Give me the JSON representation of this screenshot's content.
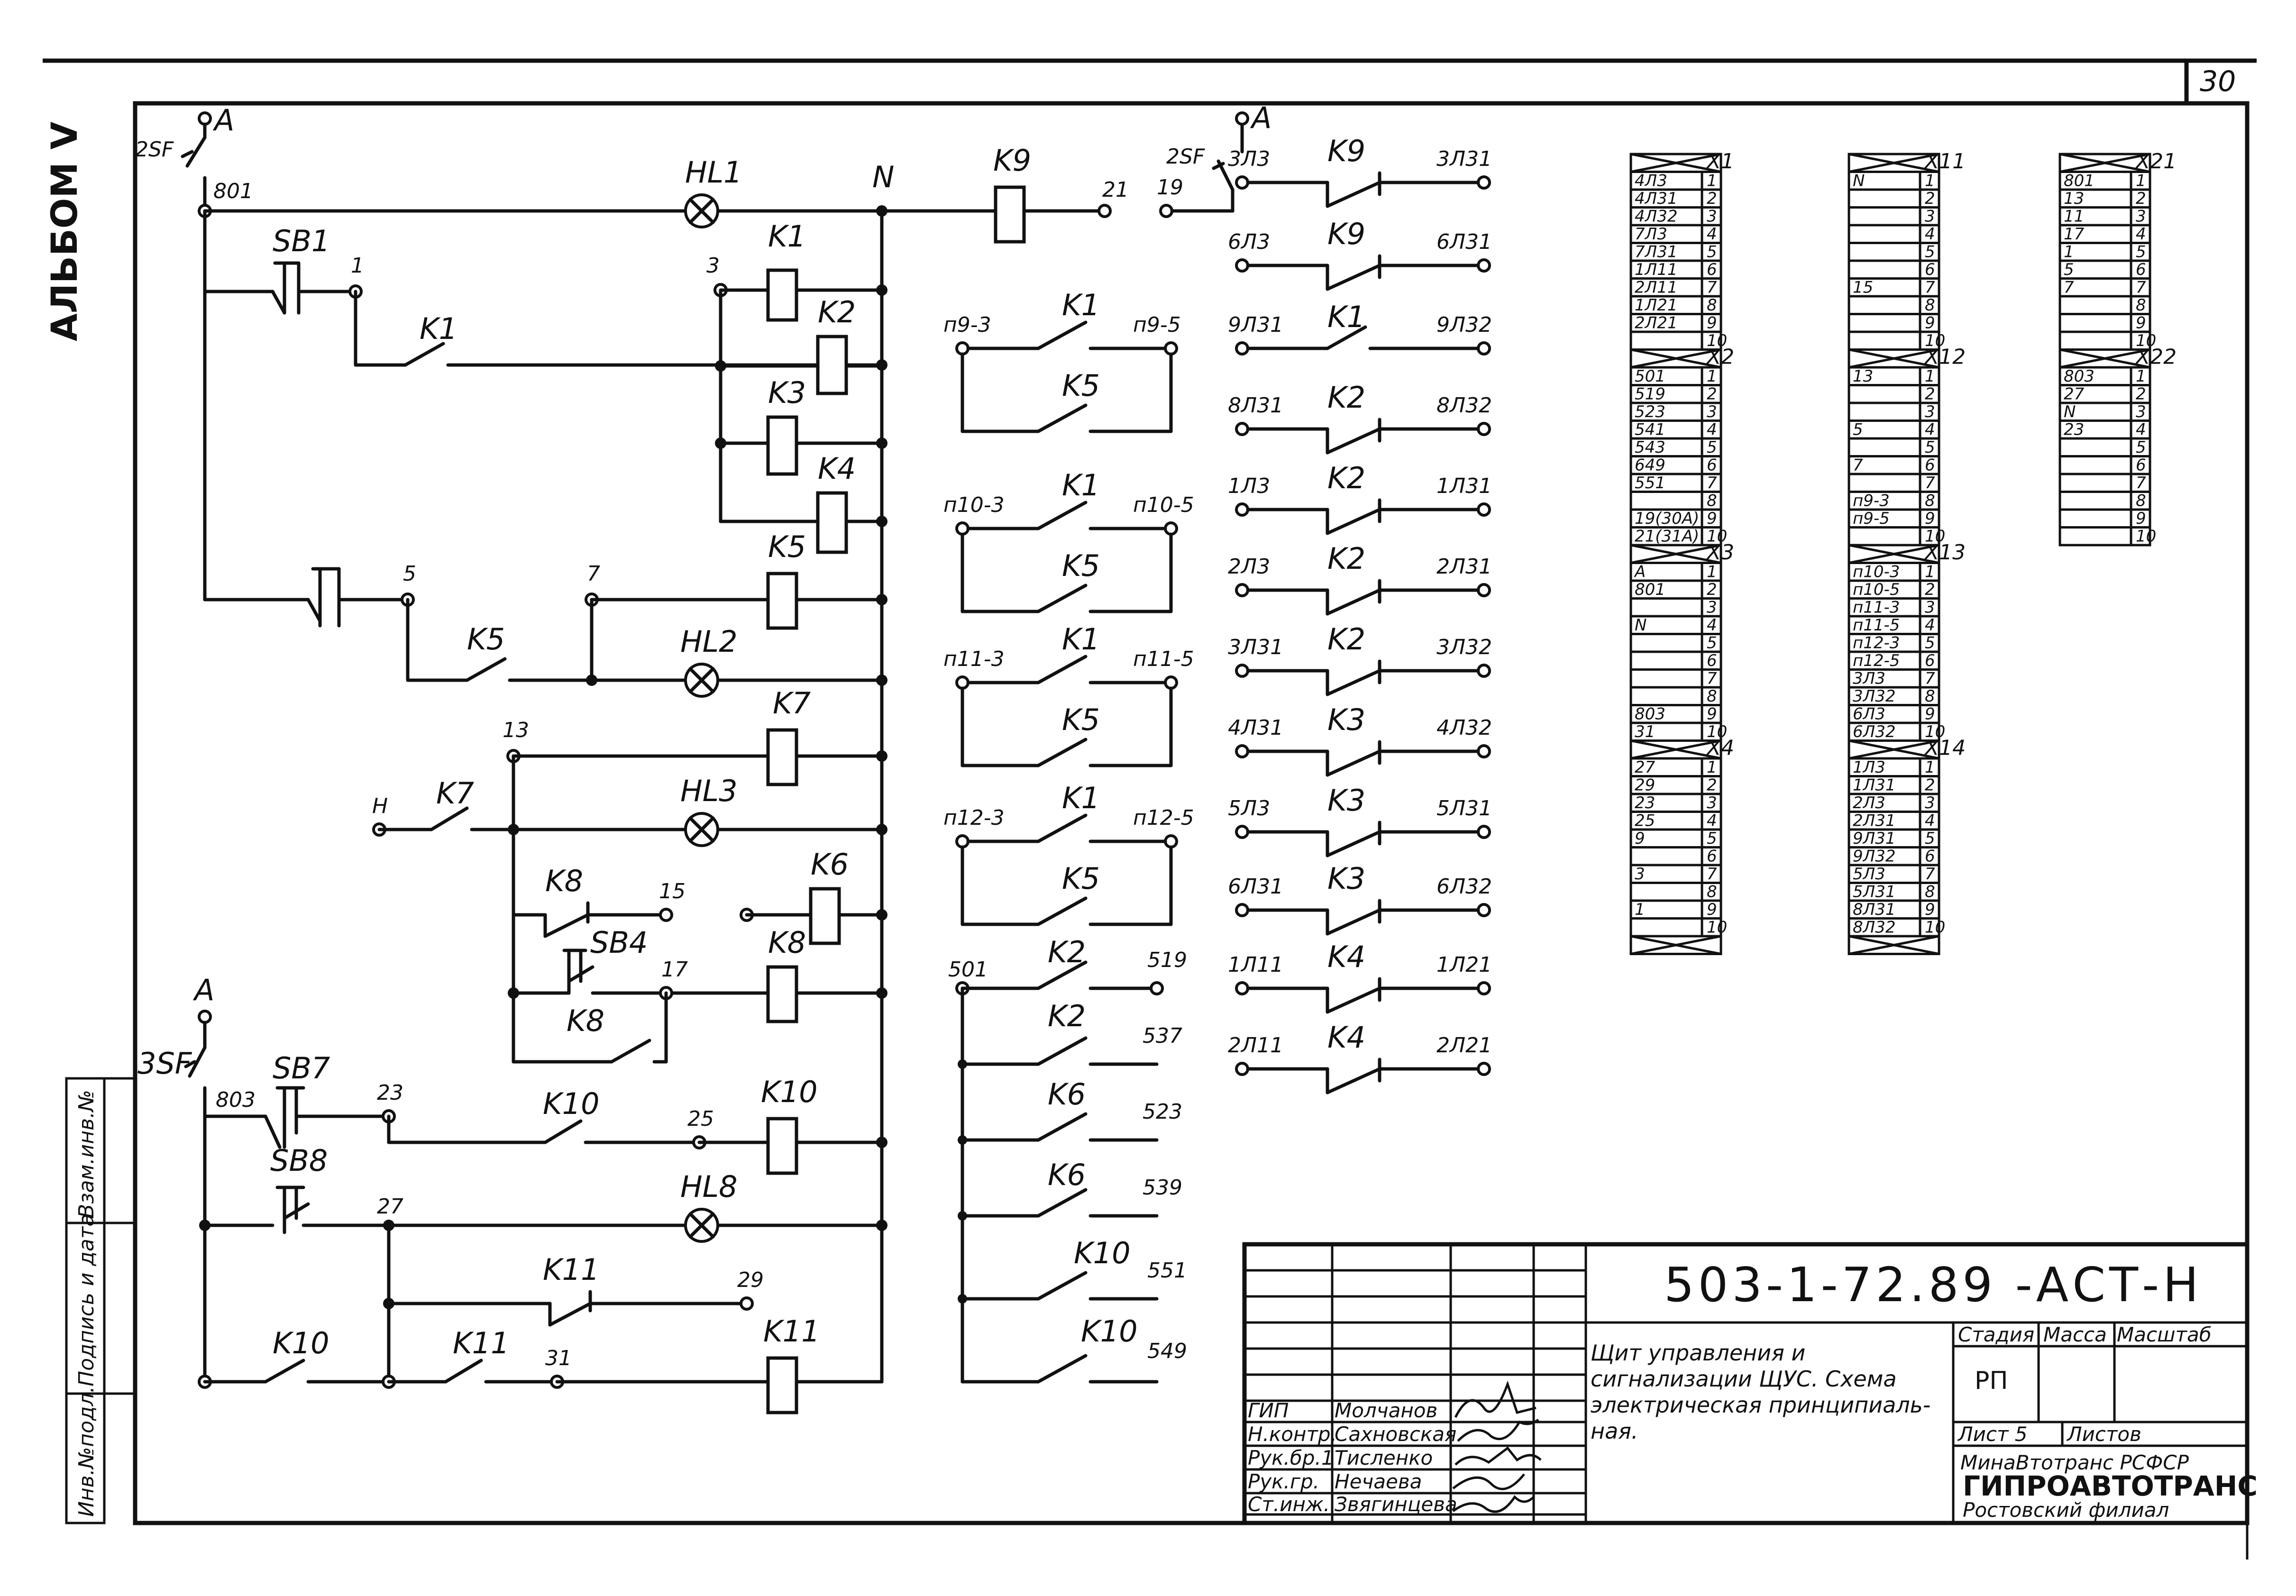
{
  "sheet": {
    "number": "30",
    "album": "АЛЬБОМ Ⅴ"
  },
  "left_strip": {
    "inv_orig": "Инв.№подл.",
    "sign_date": "Подпись и дата",
    "inv_repl": "Взам.инв.№"
  },
  "title_block": {
    "doc_code": "503-1-72.89 -АСТ-Н",
    "title_line1": "Щит управления и",
    "title_line2": "сигнализации ЩУС. Схема",
    "title_line3": "электрическая принципиаль-",
    "title_line4": "ная.",
    "stage_label": "Стадия",
    "mass_label": "Масса",
    "scale_label": "Масштаб",
    "stage_value": "РП",
    "sheet_label": "Лист 5",
    "sheets_label": "Листов",
    "org_line1": "МинаВтотранс РСФСР",
    "org_line2": "ГИПРОАВТОТРАНС",
    "org_line3": "Ростовский филиал",
    "roles": [
      "ГИП",
      "Н.контр.",
      "Рук.бр.1",
      "Рук.гр.",
      "Ст.инж."
    ],
    "names": [
      "Молчанов",
      "Сахновская",
      "Тисленко",
      "Нечаева",
      "Звягинцева"
    ]
  },
  "terminals": {
    "X1": {
      "label": "X1",
      "wires": [
        "4Л3",
        "4Л31",
        "4Л32",
        "7Л3",
        "7Л31",
        "1Л11",
        "2Л11",
        "1Л21",
        "2Л21",
        ""
      ]
    },
    "X2": {
      "label": "X2",
      "wires": [
        "501",
        "519",
        "523",
        "541",
        "543",
        "649",
        "551",
        "",
        "19(30А)",
        "21(31А)"
      ]
    },
    "X3": {
      "label": "X3",
      "wires": [
        "А",
        "801",
        "",
        "N",
        "",
        "",
        "",
        "",
        "803",
        "31"
      ]
    },
    "X4": {
      "label": "X4",
      "wires": [
        "27",
        "29",
        "23",
        "25",
        "9",
        "",
        "3",
        "",
        "1",
        ""
      ]
    },
    "X11": {
      "label": "X11",
      "wires": [
        "N",
        "",
        "",
        "",
        "",
        "",
        "15",
        "",
        "",
        ""
      ]
    },
    "X12": {
      "label": "X12",
      "wires": [
        "13",
        "",
        "",
        "5",
        "",
        "7",
        "",
        "п9-3",
        "п9-5",
        ""
      ]
    },
    "X13": {
      "label": "X13",
      "wires": [
        "п10-3",
        "п10-5",
        "п11-3",
        "п11-5",
        "п12-3",
        "п12-5",
        "3Л3",
        "3Л32",
        "6Л3",
        "6Л32"
      ]
    },
    "X14": {
      "label": "X14",
      "wires": [
        "1Л3",
        "1Л31",
        "2Л3",
        "2Л31",
        "9Л31",
        "9Л32",
        "5Л3",
        "5Л31",
        "8Л31",
        "8Л32"
      ]
    },
    "X21": {
      "label": "X21",
      "wires": [
        "801",
        "13",
        "11",
        "17",
        "1",
        "5",
        "7",
        "",
        "",
        ""
      ]
    },
    "X22": {
      "label": "X22",
      "wires": [
        "803",
        "27",
        "N",
        "23",
        "",
        "",
        "",
        "",
        "",
        ""
      ]
    }
  },
  "labels": {
    "A": "A",
    "sf2": "2SF",
    "sf3": "3SF",
    "n801": "801",
    "n803": "803",
    "N": "N",
    "HL1": "HL1",
    "HL2": "HL2",
    "HL3": "HL3",
    "HL8": "HL8",
    "K1": "K1",
    "K2": "K2",
    "K3": "K3",
    "K4": "K4",
    "K5": "K5",
    "K6": "K6",
    "K7": "K7",
    "K8": "K8",
    "K9": "K9",
    "K10": "K10",
    "K11": "K11",
    "SB1": "SB1",
    "SB4": "SB4",
    "SB7": "SB7",
    "SB8": "SB8",
    "w1": "1",
    "w3": "3",
    "w5": "5",
    "w7": "7",
    "w13": "13",
    "w15": "15",
    "w17": "17",
    "wH": "H",
    "w19": "19",
    "w21": "21",
    "w23": "23",
    "w25": "25",
    "w27": "27",
    "w29": "29",
    "w31": "31",
    "c501": "501",
    "c519": "519",
    "c537": "537",
    "c523": "523",
    "c539": "539",
    "c551": "551",
    "c549": "549"
  },
  "contacts_mid": [
    {
      "l": "п9-3",
      "r": "п9-5"
    },
    {
      "l": "п10-3",
      "r": "п10-5"
    },
    {
      "l": "п11-3",
      "r": "п11-5"
    },
    {
      "l": "п12-3",
      "r": "п12-5"
    }
  ],
  "contacts_right": [
    {
      "l": "3Л3",
      "k": "K9",
      "r": "3Л31"
    },
    {
      "l": "6Л3",
      "k": "K9",
      "r": "6Л31"
    },
    {
      "l": "9Л31",
      "k": "K1",
      "r": "9Л32"
    },
    {
      "l": "8Л31",
      "k": "K2",
      "r": "8Л32"
    },
    {
      "l": "1Л3",
      "k": "K2",
      "r": "1Л31"
    },
    {
      "l": "2Л3",
      "k": "K2",
      "r": "2Л31"
    },
    {
      "l": "3Л31",
      "k": "K2",
      "r": "3Л32"
    },
    {
      "l": "4Л31",
      "k": "K3",
      "r": "4Л32"
    },
    {
      "l": "5Л3",
      "k": "K3",
      "r": "5Л31"
    },
    {
      "l": "6Л31",
      "k": "K3",
      "r": "6Л32"
    },
    {
      "l": "1Л11",
      "k": "K4",
      "r": "1Л21"
    },
    {
      "l": "2Л11",
      "k": "K4",
      "r": "2Л21"
    }
  ]
}
